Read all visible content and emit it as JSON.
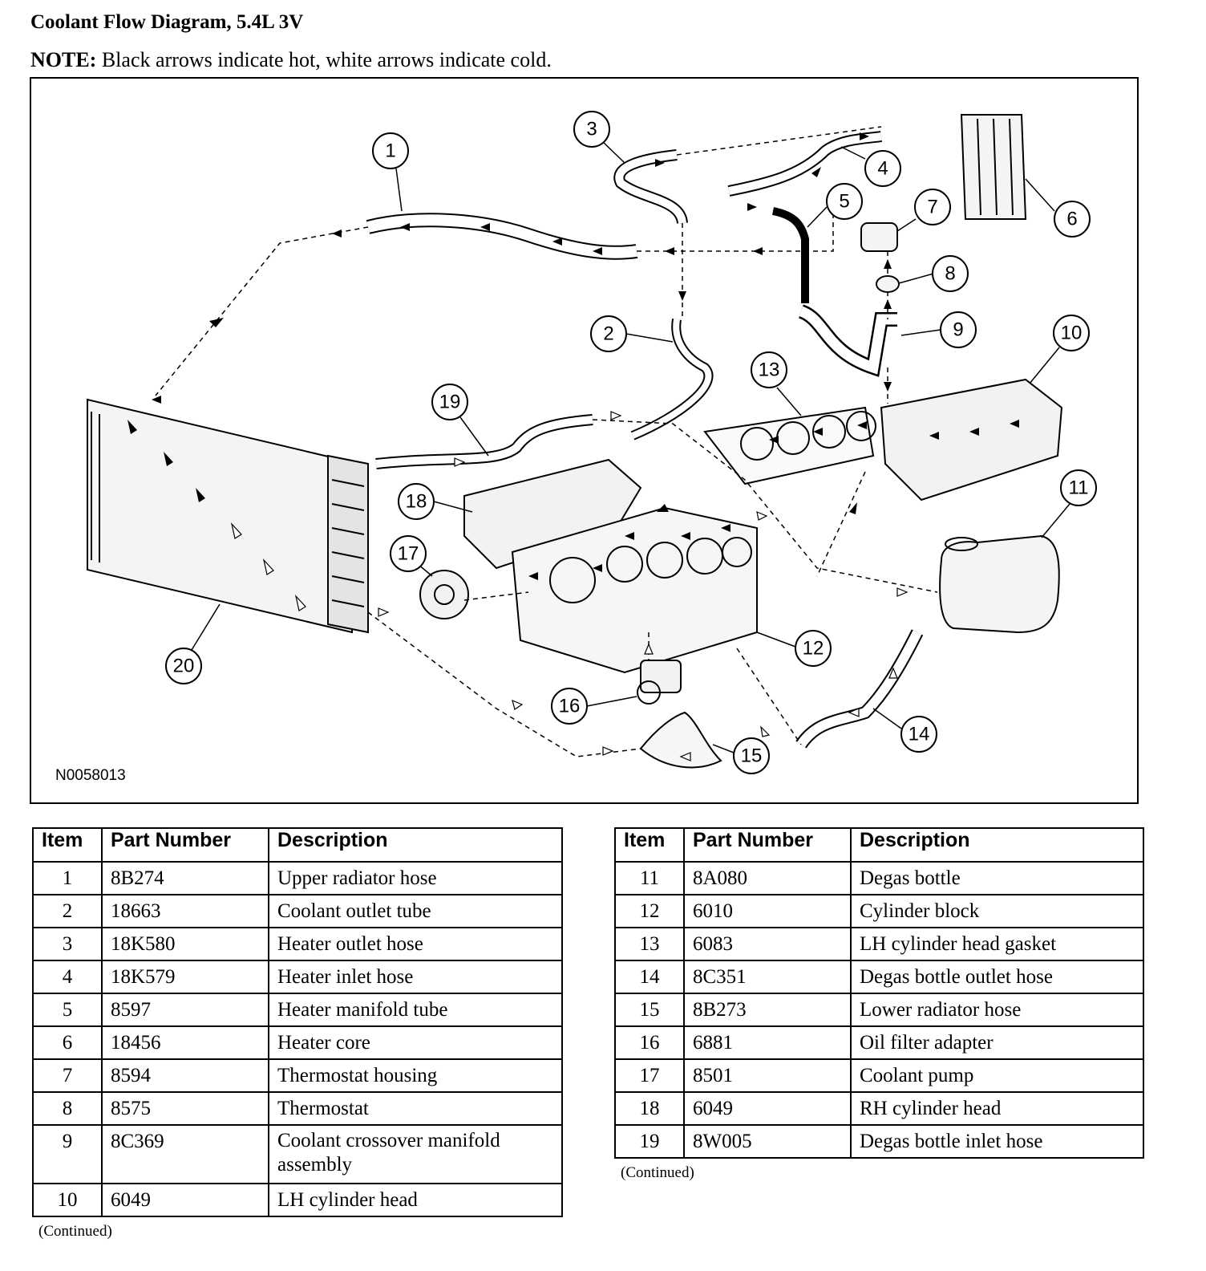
{
  "title": "Coolant Flow Diagram, 5.4L 3V",
  "note": {
    "label": "NOTE:",
    "text": " Black arrows indicate hot, white arrows indicate cold."
  },
  "figure_code": "N0058013",
  "callouts": [
    "1",
    "2",
    "3",
    "4",
    "5",
    "6",
    "7",
    "8",
    "9",
    "10",
    "11",
    "12",
    "13",
    "14",
    "15",
    "16",
    "17",
    "18",
    "19",
    "20"
  ],
  "table_headers": {
    "item": "Item",
    "part_number": "Part Number",
    "description": "Description"
  },
  "table_left": [
    {
      "item": "1",
      "part": "8B274",
      "desc": "Upper radiator hose"
    },
    {
      "item": "2",
      "part": "18663",
      "desc": "Coolant outlet tube"
    },
    {
      "item": "3",
      "part": "18K580",
      "desc": "Heater outlet hose"
    },
    {
      "item": "4",
      "part": "18K579",
      "desc": "Heater inlet hose"
    },
    {
      "item": "5",
      "part": "8597",
      "desc": "Heater manifold tube"
    },
    {
      "item": "6",
      "part": "18456",
      "desc": "Heater core"
    },
    {
      "item": "7",
      "part": "8594",
      "desc": "Thermostat housing"
    },
    {
      "item": "8",
      "part": "8575",
      "desc": "Thermostat"
    },
    {
      "item": "9",
      "part": "8C369",
      "desc": "Coolant crossover manifold assembly"
    },
    {
      "item": "10",
      "part": "6049",
      "desc": "LH cylinder head"
    }
  ],
  "table_right": [
    {
      "item": "11",
      "part": "8A080",
      "desc": "Degas bottle"
    },
    {
      "item": "12",
      "part": "6010",
      "desc": "Cylinder block"
    },
    {
      "item": "13",
      "part": "6083",
      "desc": "LH cylinder head gasket"
    },
    {
      "item": "14",
      "part": "8C351",
      "desc": "Degas bottle outlet hose"
    },
    {
      "item": "15",
      "part": "8B273",
      "desc": "Lower radiator hose"
    },
    {
      "item": "16",
      "part": "6881",
      "desc": "Oil filter adapter"
    },
    {
      "item": "17",
      "part": "8501",
      "desc": "Coolant pump"
    },
    {
      "item": "18",
      "part": "6049",
      "desc": "RH cylinder head"
    },
    {
      "item": "19",
      "part": "8W005",
      "desc": "Degas bottle inlet hose"
    }
  ],
  "continued_text": "(Continued)"
}
